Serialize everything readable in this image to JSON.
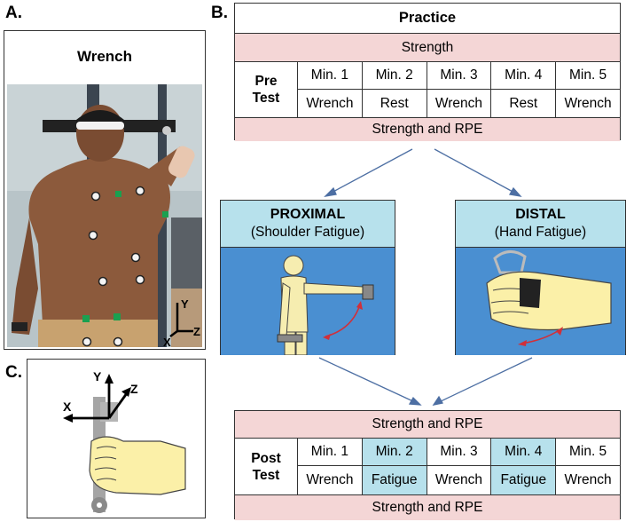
{
  "panel_a": {
    "letter": "A.",
    "title": "Wrench"
  },
  "panel_b": {
    "letter": "B.",
    "practice": "Practice",
    "strength": "Strength",
    "pre_test": [
      "Pre",
      "Test"
    ],
    "minutes": [
      "Min. 1",
      "Min. 2",
      "Min. 3",
      "Min. 4",
      "Min. 5"
    ],
    "pre_tasks": [
      "Wrench",
      "Rest",
      "Wrench",
      "Rest",
      "Wrench"
    ],
    "strength_rpe": "Strength and RPE",
    "proximal": {
      "title": "PROXIMAL",
      "subtitle": "(Shoulder Fatigue)"
    },
    "distal": {
      "title": "DISTAL",
      "subtitle": "(Hand Fatigue)"
    },
    "post_strength_rpe_top": "Strength and RPE",
    "post_test": [
      "Post",
      "Test"
    ],
    "post_minutes": [
      "Min. 1",
      "Min. 2",
      "Min. 3",
      "Min. 4",
      "Min. 5"
    ],
    "post_tasks": [
      "Wrench",
      "Fatigue",
      "Wrench",
      "Fatigue",
      "Wrench"
    ],
    "post_strength_rpe_bottom": "Strength and RPE"
  },
  "panel_c": {
    "letter": "C."
  },
  "axes": {
    "x": "X",
    "y": "Y",
    "z": "Z"
  },
  "colors": {
    "pink": "#f4d6d6",
    "cyan": "#b7e1ec",
    "blue_panel": "#4a8fd1",
    "arrow": "#4d6fa3"
  }
}
